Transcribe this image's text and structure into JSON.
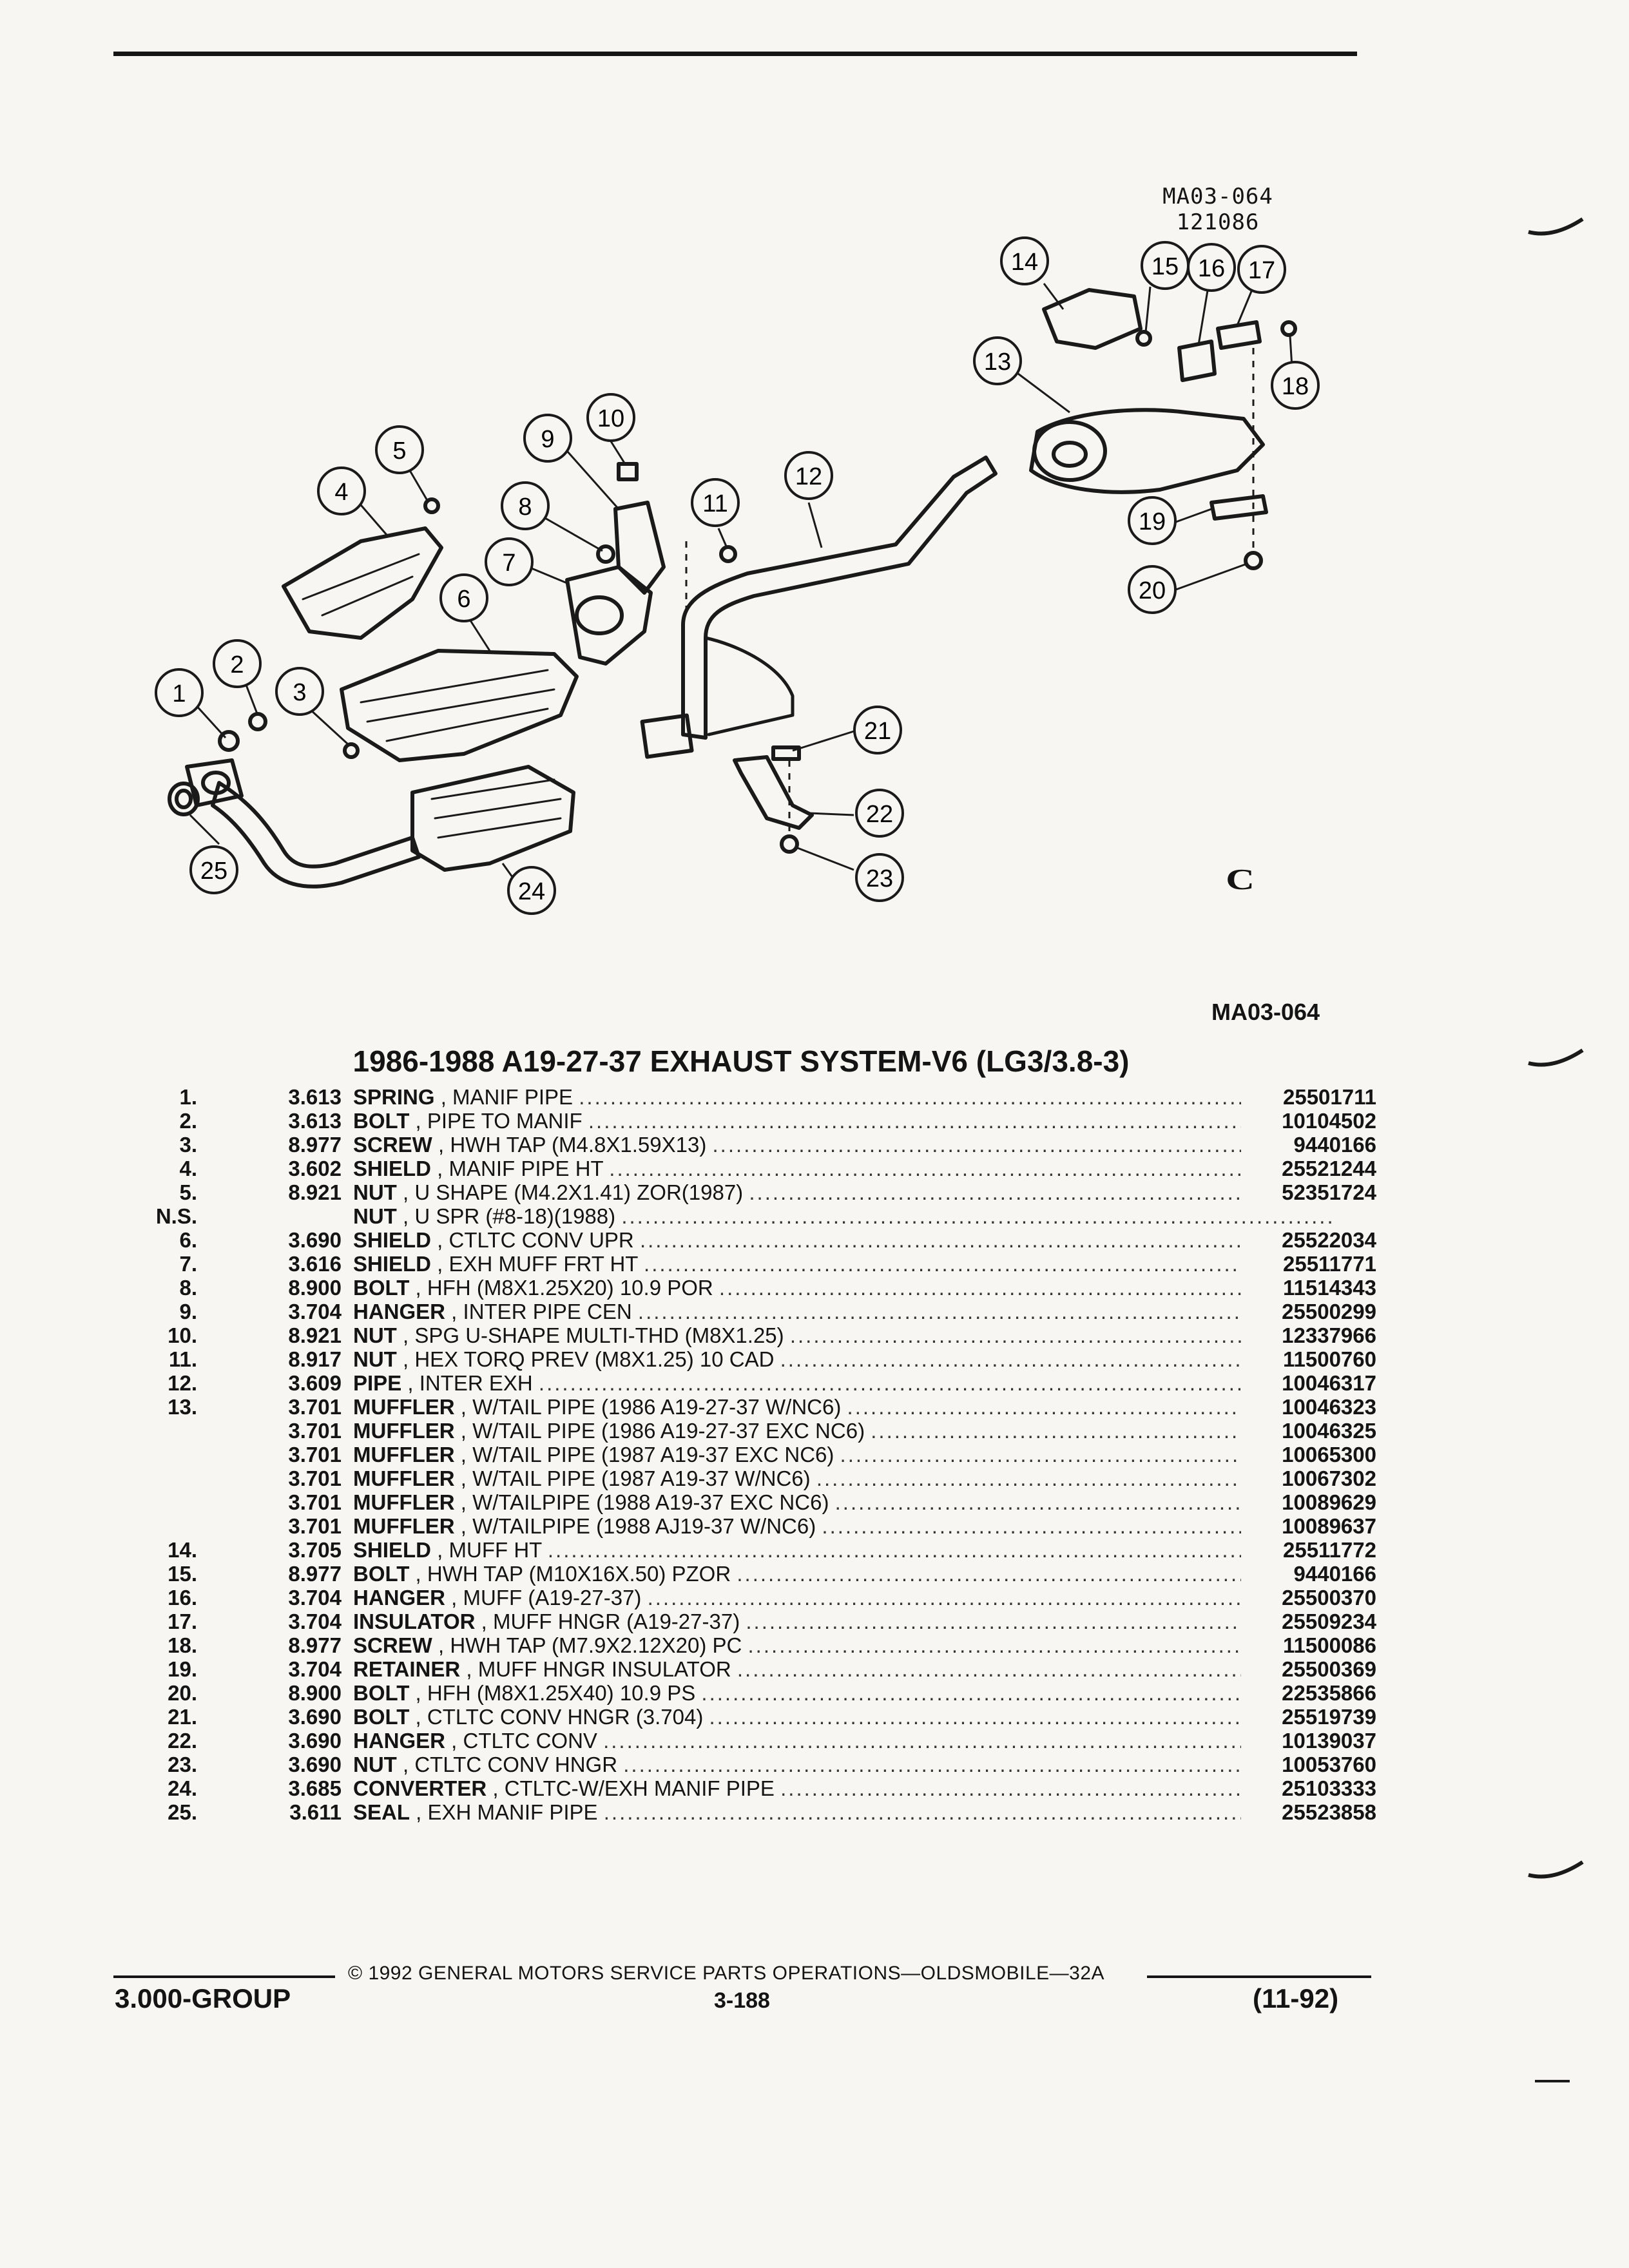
{
  "ref_code": [
    "MA03-064",
    "121086"
  ],
  "figure_code": "MA03-064",
  "title": "1986-1988 A19-27-37 EXHAUST SYSTEM-V6 (LG3/3.8-3)",
  "callouts": [
    "1",
    "2",
    "3",
    "4",
    "5",
    "6",
    "7",
    "8",
    "9",
    "10",
    "11",
    "12",
    "13",
    "14",
    "15",
    "16",
    "17",
    "18",
    "19",
    "20",
    "21",
    "22",
    "23",
    "24",
    "25"
  ],
  "parts": [
    {
      "no": "1.",
      "group": "3.613",
      "name": "SPRING",
      "desc": ", MANIF PIPE",
      "part": "25501711"
    },
    {
      "no": "2.",
      "group": "3.613",
      "name": "BOLT",
      "desc": ", PIPE TO MANIF",
      "part": "10104502"
    },
    {
      "no": "3.",
      "group": "8.977",
      "name": "SCREW",
      "desc": ", HWH TAP (M4.8X1.59X13)",
      "part": "9440166"
    },
    {
      "no": "4.",
      "group": "3.602",
      "name": "SHIELD",
      "desc": ", MANIF PIPE HT",
      "part": "25521244"
    },
    {
      "no": "5.",
      "group": "8.921",
      "name": "NUT",
      "desc": ", U SHAPE (M4.2X1.41) ZOR(1987)",
      "part": "52351724"
    },
    {
      "no": "N.S.",
      "group": "",
      "name": "NUT",
      "desc": ", U SPR (#8-18)(1988)",
      "part": ""
    },
    {
      "no": "6.",
      "group": "3.690",
      "name": "SHIELD",
      "desc": ", CTLTC CONV UPR",
      "part": "25522034"
    },
    {
      "no": "7.",
      "group": "3.616",
      "name": "SHIELD",
      "desc": ", EXH MUFF FRT HT",
      "part": "25511771"
    },
    {
      "no": "8.",
      "group": "8.900",
      "name": "BOLT",
      "desc": ", HFH (M8X1.25X20) 10.9 POR",
      "part": "11514343"
    },
    {
      "no": "9.",
      "group": "3.704",
      "name": "HANGER",
      "desc": ", INTER PIPE CEN",
      "part": "25500299"
    },
    {
      "no": "10.",
      "group": "8.921",
      "name": "NUT",
      "desc": ", SPG U-SHAPE MULTI-THD (M8X1.25)",
      "part": "12337966"
    },
    {
      "no": "11.",
      "group": "8.917",
      "name": "NUT",
      "desc": ", HEX TORQ PREV (M8X1.25) 10 CAD",
      "part": "11500760"
    },
    {
      "no": "12.",
      "group": "3.609",
      "name": "PIPE",
      "desc": ", INTER EXH",
      "part": "10046317"
    },
    {
      "no": "13.",
      "group": "3.701",
      "name": "MUFFLER",
      "desc": ", W/TAIL PIPE (1986 A19-27-37 W/NC6)",
      "part": "10046323"
    },
    {
      "no": "",
      "group": "3.701",
      "name": "MUFFLER",
      "desc": ", W/TAIL PIPE (1986 A19-27-37 EXC NC6)",
      "part": "10046325"
    },
    {
      "no": "",
      "group": "3.701",
      "name": "MUFFLER",
      "desc": ", W/TAIL PIPE (1987 A19-37 EXC NC6)",
      "part": "10065300"
    },
    {
      "no": "",
      "group": "3.701",
      "name": "MUFFLER",
      "desc": ", W/TAIL PIPE (1987 A19-37 W/NC6)",
      "part": "10067302"
    },
    {
      "no": "",
      "group": "3.701",
      "name": "MUFFLER",
      "desc": ", W/TAILPIPE (1988 A19-37 EXC NC6)",
      "part": "10089629"
    },
    {
      "no": "",
      "group": "3.701",
      "name": "MUFFLER",
      "desc": ", W/TAILPIPE (1988 AJ19-37 W/NC6)",
      "part": "10089637"
    },
    {
      "no": "14.",
      "group": "3.705",
      "name": "SHIELD",
      "desc": ", MUFF HT",
      "part": "25511772"
    },
    {
      "no": "15.",
      "group": "8.977",
      "name": "BOLT",
      "desc": ", HWH TAP (M10X16X.50) PZOR",
      "part": "9440166"
    },
    {
      "no": "16.",
      "group": "3.704",
      "name": "HANGER",
      "desc": ", MUFF (A19-27-37)",
      "part": "25500370"
    },
    {
      "no": "17.",
      "group": "3.704",
      "name": "INSULATOR",
      "desc": ", MUFF HNGR (A19-27-37)",
      "part": "25509234"
    },
    {
      "no": "18.",
      "group": "8.977",
      "name": "SCREW",
      "desc": ", HWH TAP (M7.9X2.12X20) PC",
      "part": "11500086"
    },
    {
      "no": "19.",
      "group": "3.704",
      "name": "RETAINER",
      "desc": ", MUFF HNGR INSULATOR",
      "part": "25500369"
    },
    {
      "no": "20.",
      "group": "8.900",
      "name": "BOLT",
      "desc": ", HFH (M8X1.25X40) 10.9 PS",
      "part": "22535866"
    },
    {
      "no": "21.",
      "group": "3.690",
      "name": "BOLT",
      "desc": ", CTLTC CONV HNGR (3.704)",
      "part": "25519739"
    },
    {
      "no": "22.",
      "group": "3.690",
      "name": "HANGER",
      "desc": ", CTLTC CONV",
      "part": "10139037"
    },
    {
      "no": "23.",
      "group": "3.690",
      "name": "NUT",
      "desc": ", CTLTC CONV HNGR",
      "part": "10053760"
    },
    {
      "no": "24.",
      "group": "3.685",
      "name": "CONVERTER",
      "desc": ", CTLTC-W/EXH MANIF PIPE",
      "part": "25103333"
    },
    {
      "no": "25.",
      "group": "3.611",
      "name": "SEAL",
      "desc": ", EXH MANIF PIPE",
      "part": "25523858"
    }
  ],
  "footer": {
    "copyright": "© 1992 GENERAL MOTORS SERVICE PARTS OPERATIONS—OLDSMOBILE—32A",
    "group": "3.000-GROUP",
    "page": "3-188",
    "revision": "(11-92)"
  }
}
